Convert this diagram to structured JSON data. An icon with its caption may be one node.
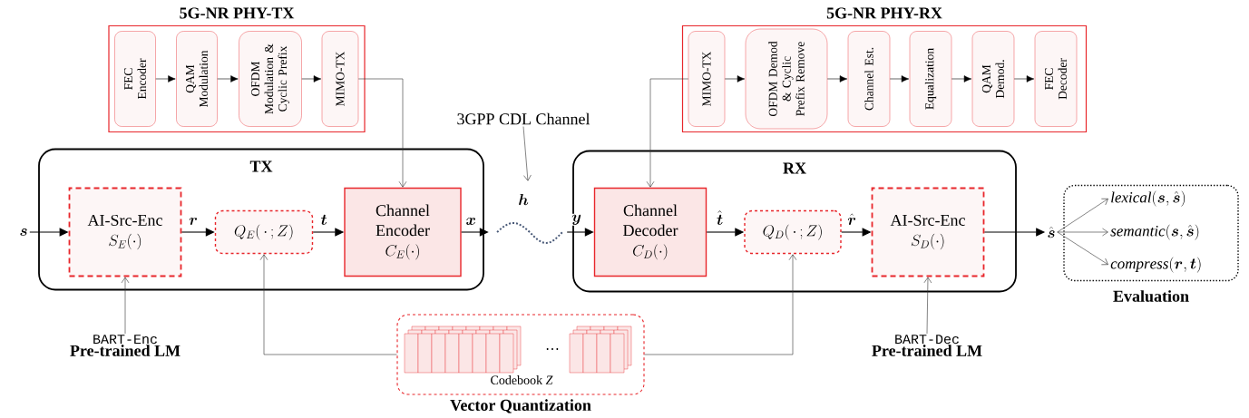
{
  "diagram": {
    "nodes": [
      {
        "text": [
          "5G-NR PHY-TX"
        ]
      },
      {
        "text": [
          "FEC Encoder"
        ],
        "in": 0
      },
      {
        "text": [
          "QAM Modulation"
        ],
        "in": 0
      },
      {
        "text": [
          "OFDM Modulation & Cyclic Prefix"
        ],
        "in": 0
      },
      {
        "text": [
          "MIMO-TX"
        ],
        "in": 0
      },
      {
        "text": [
          "5G-NR PHY-RX"
        ]
      },
      {
        "text": [
          "MIMO-TX"
        ],
        "in": 5
      },
      {
        "text": [
          "OFDM Demod & Cyclic Prefix Remove"
        ],
        "in": 5
      },
      {
        "text": [
          "Channel Est."
        ],
        "in": 5
      },
      {
        "text": [
          "Equalization"
        ],
        "in": 5
      },
      {
        "text": [
          "QAM Demod."
        ],
        "in": 5
      },
      {
        "text": [
          "FEC Decoder"
        ],
        "in": 5
      },
      {
        "text": [
          "TX"
        ]
      },
      {
        "text": [
          "AI-Src-Enc",
          "S_E(\\cdot)"
        ],
        "in": 12
      },
      {
        "text": [
          "Q_E(\\,\\cdot\\,;Z)"
        ],
        "in": 12
      },
      {
        "text": [
          "Channel Encoder",
          "C_E(\\cdot)"
        ],
        "in": 12
      },
      {
        "text": [
          "RX"
        ]
      },
      {
        "text": [
          "Channel Decoder",
          "C_D(\\cdot)"
        ],
        "in": 16
      },
      {
        "text": [
          "Q_D(\\,\\cdot\\,;Z)"
        ],
        "in": 16
      },
      {
        "text": [
          "AI-Src-Enc",
          "S_D(\\cdot)"
        ],
        "in": 16
      },
      {
        "text": [
          "\\boldsymbol{s}"
        ]
      },
      {
        "text": [
          "3GPP CDL Channel"
        ]
      },
      {
        "text": [
          "\\boldsymbol{h}"
        ]
      },
      {
        "text": [
          "\\hat{\\boldsymbol{s}}"
        ]
      },
      {
        "text": [
          "Evaluation"
        ]
      },
      {
        "text": [
          "\\mathit{lexical}(\\boldsymbol{s},\\hat{\\boldsymbol{s}})"
        ],
        "in": 24
      },
      {
        "text": [
          "\\mathit{semantic}(\\boldsymbol{s},\\hat{\\boldsymbol{s}})"
        ],
        "in": 24
      },
      {
        "text": [
          "\\mathit{compress}(\\boldsymbol{r},\\boldsymbol{t})"
        ],
        "in": 24
      },
      {
        "text": [
          "Codebook *Z*",
          "Vector Quantization"
        ]
      },
      {
        "text": [
          "BART-Enc",
          "Pre-trained LM"
        ]
      },
      {
        "text": [
          "BART-Dec",
          "Pre-trained LM"
        ]
      }
    ],
    "edges": [
      {
        "from": 1,
        "to": 2,
        "arrow": "to"
      },
      {
        "from": 2,
        "to": 3,
        "arrow": "to"
      },
      {
        "from": 3,
        "to": 4,
        "arrow": "to"
      },
      {
        "from": 4,
        "to": 15,
        "arrow": "to"
      },
      {
        "from": 6,
        "to": 7,
        "arrow": "to"
      },
      {
        "from": 7,
        "to": 8,
        "arrow": "to"
      },
      {
        "from": 8,
        "to": 9,
        "arrow": "to"
      },
      {
        "from": 9,
        "to": 10,
        "arrow": "to"
      },
      {
        "from": 10,
        "to": 11,
        "arrow": "to"
      },
      {
        "from": 6,
        "to": 17,
        "arrow": "to"
      },
      {
        "from": 20,
        "to": 13,
        "arrow": "to"
      },
      {
        "from": 13,
        "to": 14,
        "arrow": "to",
        "label": "\\boldsymbol{r}"
      },
      {
        "from": 14,
        "to": 15,
        "arrow": "to",
        "label": "\\boldsymbol{t}"
      },
      {
        "from": 15,
        "to": 22,
        "arrow": "to",
        "label": "\\boldsymbol{x}"
      },
      {
        "from": 22,
        "to": 17,
        "arrow": "to",
        "label": "\\boldsymbol{y}"
      },
      {
        "from": 17,
        "to": 18,
        "arrow": "to",
        "label": "\\hat{\\boldsymbol{t}}"
      },
      {
        "from": 18,
        "to": 19,
        "arrow": "to",
        "label": "\\hat{\\boldsymbol{r}}"
      },
      {
        "from": 19,
        "to": 23,
        "arrow": "to"
      },
      {
        "from": 21,
        "to": 22,
        "arrow": "to"
      },
      {
        "from": 29,
        "to": 13,
        "arrow": "to"
      },
      {
        "from": 30,
        "to": 19,
        "arrow": "to"
      },
      {
        "from": 28,
        "to": 14,
        "arrow": "to"
      },
      {
        "from": 28,
        "to": 18,
        "arrow": "to"
      },
      {
        "from": 23,
        "to": 25,
        "arrow": "to"
      },
      {
        "from": 23,
        "to": 26,
        "arrow": "to"
      },
      {
        "from": 23,
        "to": 27,
        "arrow": "to"
      }
    ],
    "labels": [
      "…"
    ]
  }
}
